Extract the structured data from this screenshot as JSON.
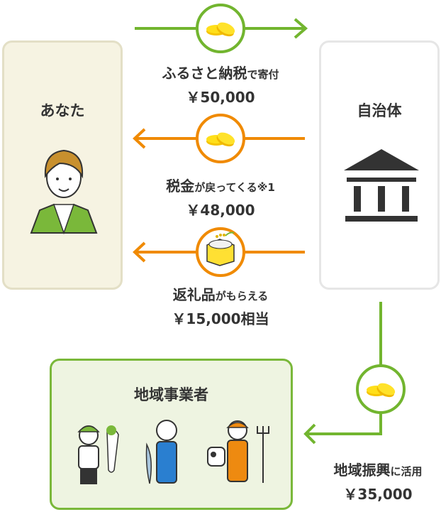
{
  "you_box": {
    "title": "あなた"
  },
  "gov_box": {
    "title": "自治体"
  },
  "biz_box": {
    "title": "地域事業者"
  },
  "flows": [
    {
      "main": "ふるさと納税",
      "sub": "で寄付",
      "amount": "￥50,000"
    },
    {
      "main": "税金",
      "sub": "が戻ってくる※1",
      "amount": "￥48,000"
    },
    {
      "main": "返礼品",
      "sub": "がもらえる",
      "amount": "￥15,000相当"
    },
    {
      "main": "地域振興",
      "sub": "に活用",
      "amount": "￥35,000"
    }
  ],
  "colors": {
    "green": "#72b52f",
    "orange": "#f08a00",
    "coin": "#f7c800"
  }
}
